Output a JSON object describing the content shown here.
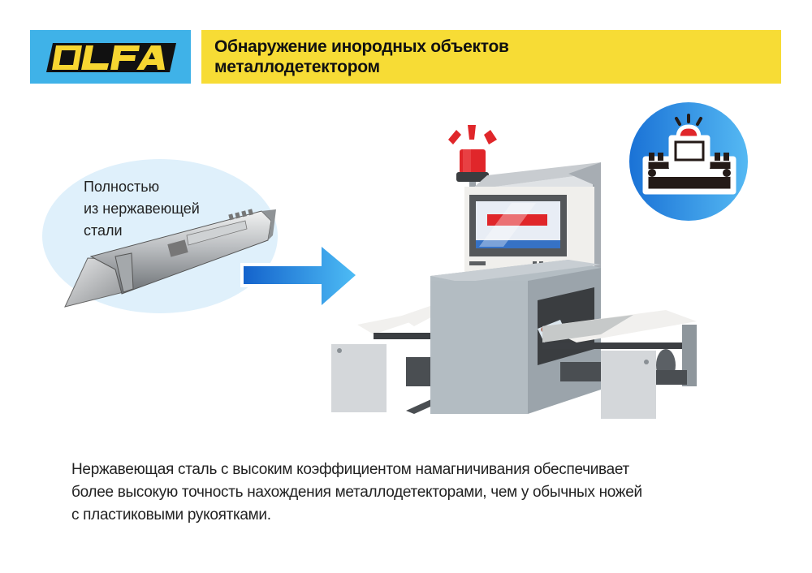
{
  "header": {
    "logo_text": "OLFA",
    "title_line1": "Обнаружение инородных объектов",
    "title_line2": "металлодетектором",
    "colors": {
      "logo_bg": "#3fb2e8",
      "logo_letters": "#f7d631",
      "title_bg": "#f7dc35"
    }
  },
  "illustration": {
    "bubble_line1": "Полностью",
    "bubble_line2": "из нержавеющей",
    "bubble_line3": "стали",
    "knife": "stainless-steel-safety-knife",
    "arrow": "arrow-right-icon",
    "machine": "metal-detector-conveyor-with-alarm-light",
    "badge_icon": "metal-detector-alarm-icon",
    "colors": {
      "alarm_red": "#e0262a",
      "arrow_blue": "#2a8ee6",
      "badge_blue": "#3a95e6"
    }
  },
  "description": {
    "line1": "Нержавеющая сталь с высоким коэффициентом намагничивания обеспечивает",
    "line2": "более высокую точность нахождения металлодетекторами, чем у обычных ножей",
    "line3": "с пластиковыми рукоятками."
  }
}
